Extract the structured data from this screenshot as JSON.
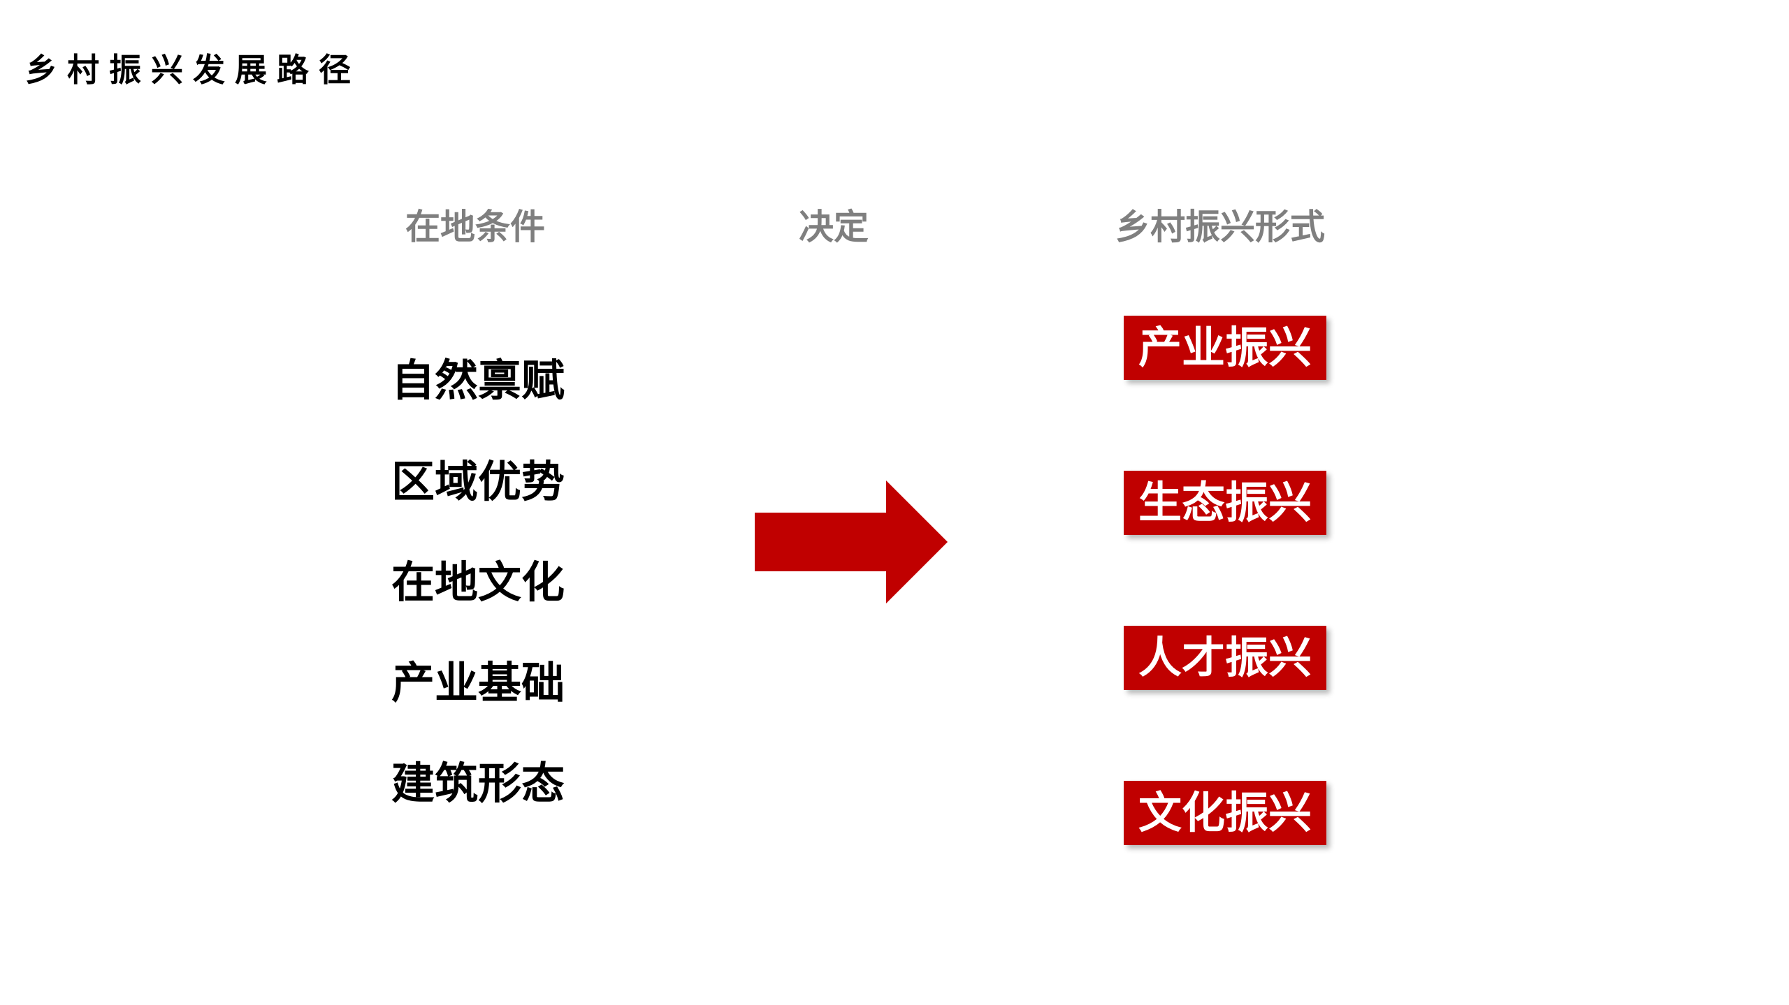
{
  "title": "乡村振兴发展路径",
  "headers": {
    "left": "在地条件",
    "middle": "决定",
    "right": "乡村振兴形式"
  },
  "conditions": [
    "自然禀赋",
    "区域优势",
    "在地文化",
    "产业基础",
    "建筑形态"
  ],
  "forms": [
    "产业振兴",
    "生态振兴",
    "人才振兴",
    "文化振兴"
  ],
  "colors": {
    "accent": "#c00000",
    "header_gray": "#7f7f7f",
    "text": "#000000"
  }
}
